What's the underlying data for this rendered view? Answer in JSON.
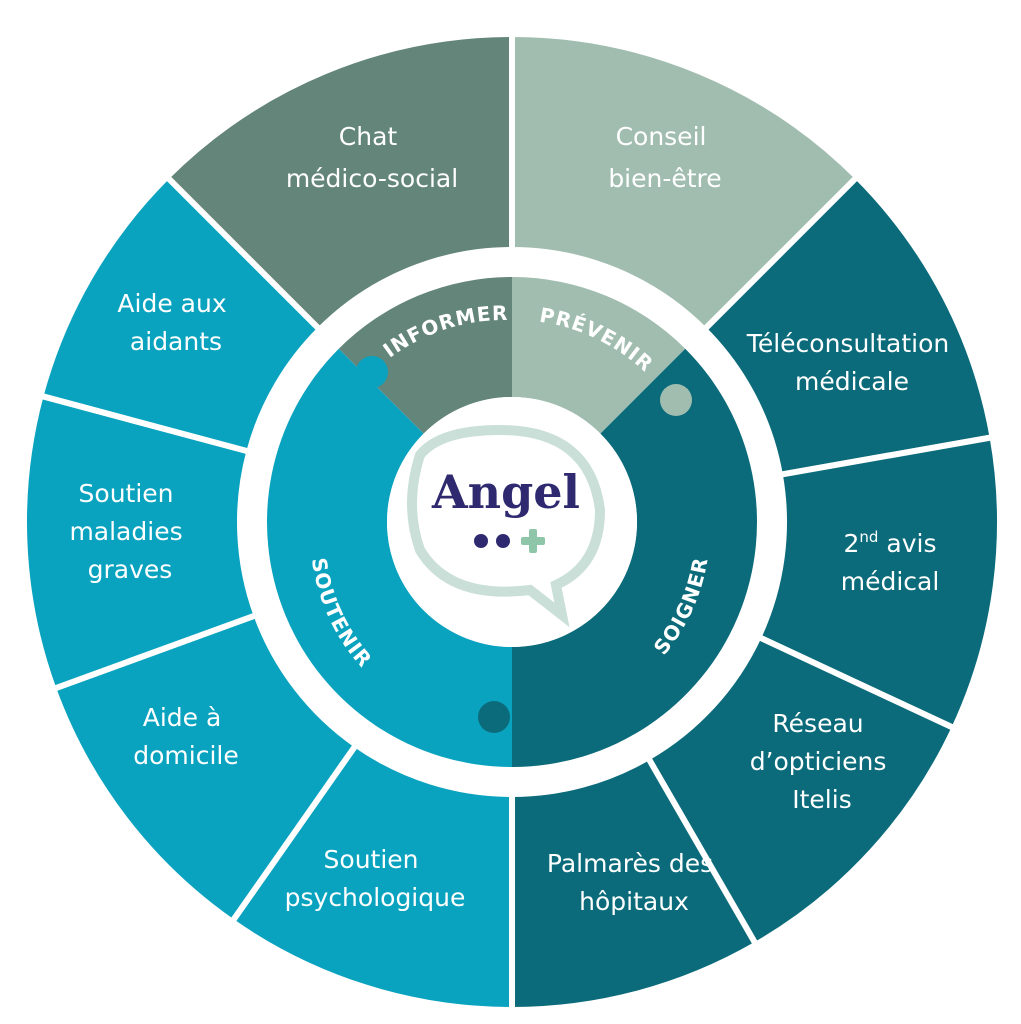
{
  "colors": {
    "informer": "#63857a",
    "prevenir": "#a1bdb0",
    "soigner": "#0b6b7a",
    "soutenir": "#0aa3bf",
    "ring_background": "#ffffff",
    "logo_text": "#2f2a6f",
    "logo_dots": "#2f2a6f",
    "logo_plus": "#8fc5a8"
  },
  "center": {
    "logo_text": "Angel",
    "icon": "speech-bubble-icon"
  },
  "pillars": {
    "informer": "INFORMER",
    "prevenir": "PRÉVENIR",
    "soigner": "SOIGNER",
    "soutenir": "SOUTENIR"
  },
  "services": {
    "chat": [
      "Chat",
      "médico-social"
    ],
    "conseil": [
      "Conseil",
      "bien-être"
    ],
    "teleconsultation": [
      "Téléconsultation",
      "médicale"
    ],
    "second_avis_ordinal": "2",
    "second_avis_sup": "nd",
    "second_avis_rest": " avis",
    "second_avis_line2": "médical",
    "reseau": [
      "Réseau",
      "d’opticiens",
      "Itelis"
    ],
    "palmares": [
      "Palmarès des",
      "hôpitaux"
    ],
    "soutien_psy": [
      "Soutien",
      "psychologique"
    ],
    "aide_domicile": [
      "Aide à",
      "domicile"
    ],
    "soutien_maladies": [
      "Soutien",
      "maladies",
      "graves"
    ],
    "aide_aidants": [
      "Aide aux",
      "aidants"
    ]
  }
}
